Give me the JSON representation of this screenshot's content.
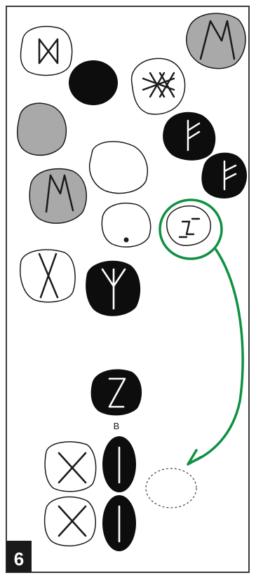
{
  "panel": {
    "step_number": "6",
    "step_badge_color": "#1a1a1a",
    "frame_color": "#3a3a3a"
  },
  "colors": {
    "stone_outline": "#1a1a1a",
    "stone_white": "#ffffff",
    "stone_black": "#0d0d0d",
    "stone_grey": "#a9a9a9",
    "arrow": "#0f9142",
    "empty_slot": "#444444"
  },
  "stones": [
    {
      "name": "stone-dagaz",
      "fill": "white",
      "rune": "dagaz"
    },
    {
      "name": "stone-black-blank-1",
      "fill": "black",
      "rune": "none"
    },
    {
      "name": "stone-ingwaz-pair",
      "fill": "white",
      "rune": "double-x"
    },
    {
      "name": "stone-mannaz-grey",
      "fill": "grey",
      "rune": "mannaz"
    },
    {
      "name": "stone-grey-blank",
      "fill": "grey",
      "rune": "none"
    },
    {
      "name": "stone-fehu-1",
      "fill": "black",
      "rune": "fehu"
    },
    {
      "name": "stone-white-blank",
      "fill": "white",
      "rune": "none"
    },
    {
      "name": "stone-fehu-2",
      "fill": "black",
      "rune": "fehu"
    },
    {
      "name": "stone-mannaz-grey-2",
      "fill": "grey",
      "rune": "mannaz"
    },
    {
      "name": "stone-dot",
      "fill": "white",
      "rune": "dot"
    },
    {
      "name": "stone-selected-sowilo",
      "fill": "white",
      "rune": "sowilo",
      "selected": true
    },
    {
      "name": "stone-gebo",
      "fill": "white",
      "rune": "gebo-long"
    },
    {
      "name": "stone-algiz",
      "fill": "black",
      "rune": "algiz"
    },
    {
      "name": "stone-sowilo-b",
      "fill": "black",
      "rune": "sowilo-z"
    },
    {
      "name": "stone-gebo-bottom-1",
      "fill": "white",
      "rune": "gebo"
    },
    {
      "name": "stone-isa-1",
      "fill": "black",
      "rune": "isa"
    },
    {
      "name": "stone-gebo-bottom-2",
      "fill": "white",
      "rune": "gebo"
    },
    {
      "name": "stone-isa-2",
      "fill": "black",
      "rune": "isa"
    }
  ],
  "labels": {
    "stone_b_label": "B"
  },
  "target_slot": {
    "state": "empty",
    "style": "dashed"
  }
}
